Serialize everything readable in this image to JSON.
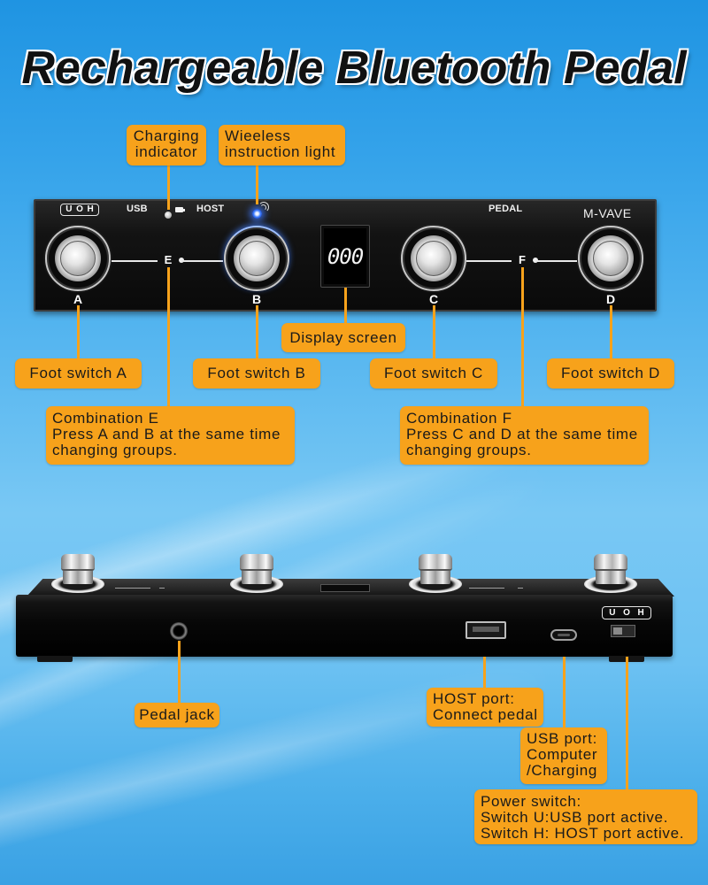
{
  "title": "Rechargeable Bluetooth Pedal",
  "colors": {
    "callout": "#f7a21b",
    "callout_text": "#1a1a1a",
    "device_body": "#111111",
    "wireless_led": "#3b7bff"
  },
  "top_view": {
    "mode_switch_letters": [
      "U",
      "O",
      "H"
    ],
    "usb_label": "USB",
    "host_label": "HOST",
    "pedal_label": "PEDAL",
    "brand": "M-VAVE",
    "display_value": "000",
    "switch_letters": [
      "A",
      "B",
      "C",
      "D"
    ],
    "combo_letters": [
      "E",
      "F"
    ],
    "icons": [
      "charging-led-icon",
      "battery-icon",
      "wireless-led-icon",
      "wireless-signal-icon",
      "foot-switch-icon"
    ]
  },
  "side_view": {
    "mode_switch_letters": [
      "U",
      "O",
      "H"
    ],
    "icons": [
      "pedal-jack-icon",
      "usb-a-port-icon",
      "usb-c-port-icon",
      "power-switch-icon"
    ]
  },
  "callouts": {
    "charging_indicator": [
      "Charging",
      "indicator"
    ],
    "wireless_light": [
      "Wieeless",
      "instruction light"
    ],
    "display_screen": "Display screen",
    "foot_switches": [
      "Foot switch A",
      "Foot switch B",
      "Foot switch C",
      "Foot switch D"
    ],
    "combination_e": [
      "Combination E",
      "Press A and B at the same time",
      "changing groups."
    ],
    "combination_f": [
      "Combination F",
      "Press C and D at the same time",
      "changing groups."
    ],
    "pedal_jack": "Pedal jack",
    "host_port": [
      "HOST port:",
      "Connect pedal"
    ],
    "usb_port": [
      "USB port:",
      "Computer",
      "/Charging"
    ],
    "power_switch": [
      "Power switch:",
      "Switch U:USB port active.",
      "Switch H: HOST port active."
    ]
  }
}
